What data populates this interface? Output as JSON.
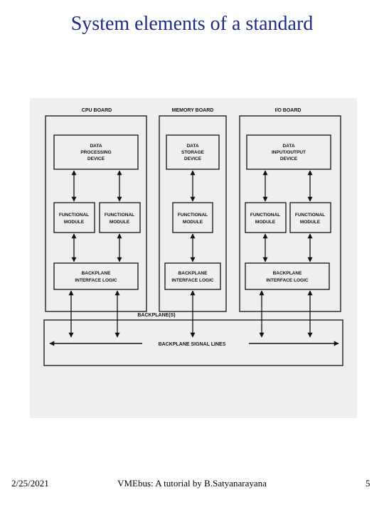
{
  "slide": {
    "title": "System elements of a standard",
    "footer_date": "2/25/2021",
    "footer_credit": "VMEbus: A tutorial by B.Satyanarayana",
    "page_number": "5"
  },
  "diagram": {
    "boards": [
      {
        "label": "CPU BOARD",
        "device": [
          "DATA",
          "PROCESSING",
          "DEVICE"
        ],
        "modules": [
          [
            "FUNCTIONAL",
            "MODULE"
          ],
          [
            "FUNCTIONAL",
            "MODULE"
          ]
        ],
        "interface": [
          "BACKPLANE",
          "INTERFACE LOGIC"
        ]
      },
      {
        "label": "MEMORY BOARD",
        "device": [
          "DATA",
          "STORAGE",
          "DEVICE"
        ],
        "modules": [
          [
            "FUNCTIONAL",
            "MODULE"
          ]
        ],
        "interface": [
          "BACKPLANE",
          "INTERFACE LOGIC"
        ]
      },
      {
        "label": "I/O BOARD",
        "device": [
          "DATA",
          "INPUT/OUTPUT",
          "DEVICE"
        ],
        "modules": [
          [
            "FUNCTIONAL",
            "MODULE"
          ],
          [
            "FUNCTIONAL",
            "MODULE"
          ]
        ],
        "interface": [
          "BACKPLANE",
          "INTERFACE LOGIC"
        ]
      }
    ],
    "backplane_label": "BACKPLANE(S)",
    "signal_lines_label": "BACKPLANE SIGNAL LINES"
  }
}
